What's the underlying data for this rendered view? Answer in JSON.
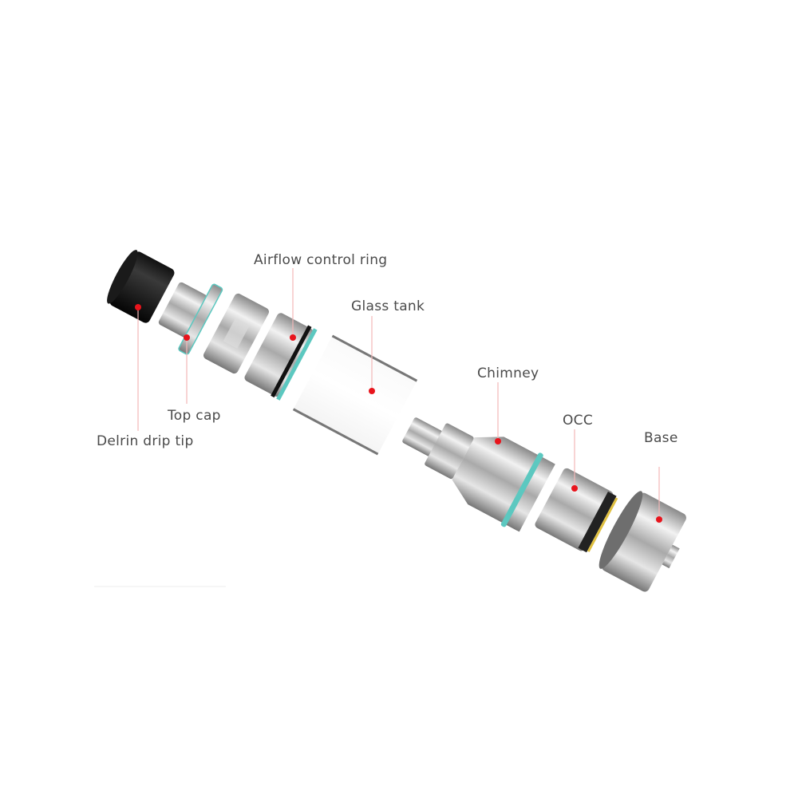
{
  "diagram": {
    "parts": [
      {
        "id": "drip-tip",
        "label": "Delrin drip tip"
      },
      {
        "id": "top-cap",
        "label": "Top cap"
      },
      {
        "id": "airflow-ring",
        "label": "Airflow control ring"
      },
      {
        "id": "glass-tank",
        "label": "Glass tank"
      },
      {
        "id": "chimney",
        "label": "Chimney"
      },
      {
        "id": "occ",
        "label": "OCC"
      },
      {
        "id": "base",
        "label": "Base"
      }
    ],
    "colors": {
      "leader": "#f2b8b8",
      "dot": "#e8141c",
      "seal": "#5cc8c0",
      "text": "#4a4a4a"
    }
  }
}
